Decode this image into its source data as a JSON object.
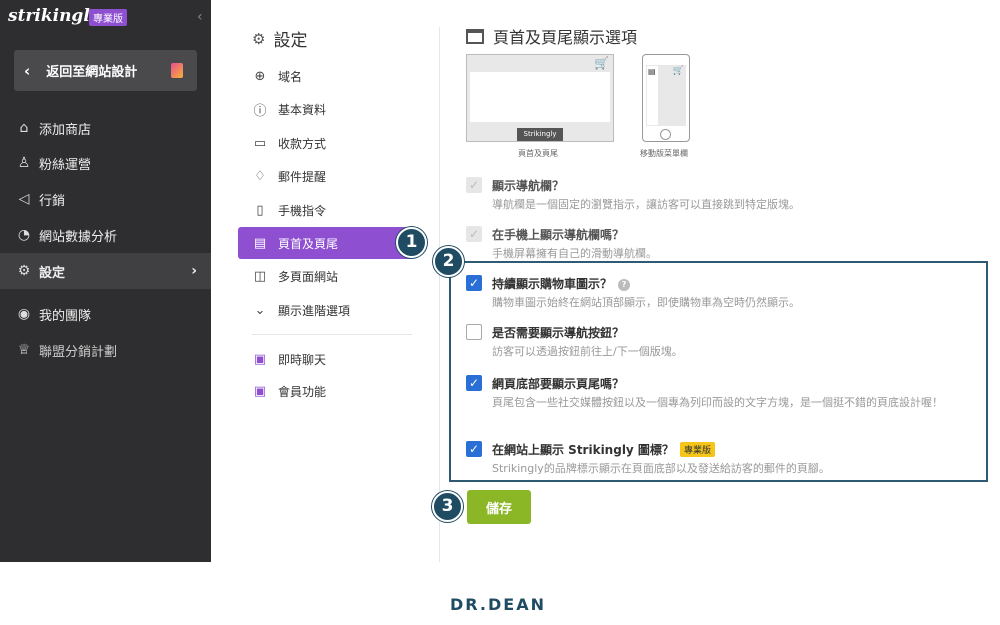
{
  "sidebar": {
    "logo": "strikingly",
    "pro_badge": "專業版",
    "back_label": "返回至網站設計",
    "items": [
      {
        "icon": "store-icon",
        "label": "添加商店"
      },
      {
        "icon": "fans-icon",
        "label": "粉絲運營"
      },
      {
        "icon": "megaphone-icon",
        "label": "行銷"
      },
      {
        "icon": "analytics-icon",
        "label": "網站數據分析"
      },
      {
        "icon": "gear-icon",
        "label": "設定"
      },
      {
        "icon": "team-icon",
        "label": "我的團隊"
      },
      {
        "icon": "trophy-icon",
        "label": "聯盟分銷計劃"
      }
    ]
  },
  "settings_nav": {
    "title": "設定",
    "items": [
      {
        "icon": "globe-icon",
        "label": "域名"
      },
      {
        "icon": "info-icon",
        "label": "基本資料"
      },
      {
        "icon": "payment-icon",
        "label": "收款方式"
      },
      {
        "icon": "bell-icon",
        "label": "郵件提醒"
      },
      {
        "icon": "phone-icon",
        "label": "手機指令"
      },
      {
        "icon": "layout-icon",
        "label": "頁首及頁尾"
      },
      {
        "icon": "pages-icon",
        "label": "多頁面網站"
      },
      {
        "icon": "chevron-down-icon",
        "label": "顯示進階選項"
      },
      {
        "icon": "chat-icon",
        "label": "即時聊天"
      },
      {
        "icon": "member-icon",
        "label": "會員功能"
      }
    ]
  },
  "main": {
    "title": "頁首及頁尾顯示選項",
    "desktop_caption": "頁首及頁尾",
    "desktop_footer_text": "Strikingly",
    "mobile_caption": "移動版菜單欄",
    "options": [
      {
        "label": "顯示導航欄？",
        "desc": "導航欄是一個固定的瀏覽指示，讓訪客可以直接跳到特定版塊。",
        "checked": true,
        "disabled": true
      },
      {
        "label": "在手機上顯示導航欄嗎？",
        "desc": "手機屏幕擁有自己的滑動導航欄。",
        "checked": true,
        "disabled": true
      },
      {
        "label": "持續顯示購物車圖示？",
        "desc": "購物車圖示始終在網站頂部顯示，即使購物車為空時仍然顯示。",
        "checked": true,
        "disabled": false
      },
      {
        "label": "是否需要顯示導航按鈕？",
        "desc": "訪客可以透過按鈕前往上/下一個版塊。",
        "checked": false,
        "disabled": false
      },
      {
        "label": "網頁底部要顯示頁尾嗎？",
        "desc": "頁尾包含一些社交媒體按鈕以及一個專為列印而設的文字方塊，是一個挺不錯的頁底設計喔！",
        "checked": true,
        "disabled": false
      },
      {
        "label": "在網站上顯示 Strikingly 圖標？",
        "desc": "Strikingly的品牌標示顯示在頁面底部以及發送給訪客的郵件的頁腳。",
        "checked": true,
        "disabled": false
      }
    ],
    "help_glyph": "?",
    "pro_tag": "專業版",
    "save_label": "儲存"
  },
  "steps": [
    "1",
    "2",
    "3"
  ],
  "footer_brand": "DR.DEAN",
  "colors": {
    "accent_purple": "#8e4fd1",
    "save_green": "#8bb626",
    "step_navy": "#1f4b63",
    "checkbox_blue": "#2a6fd6"
  }
}
